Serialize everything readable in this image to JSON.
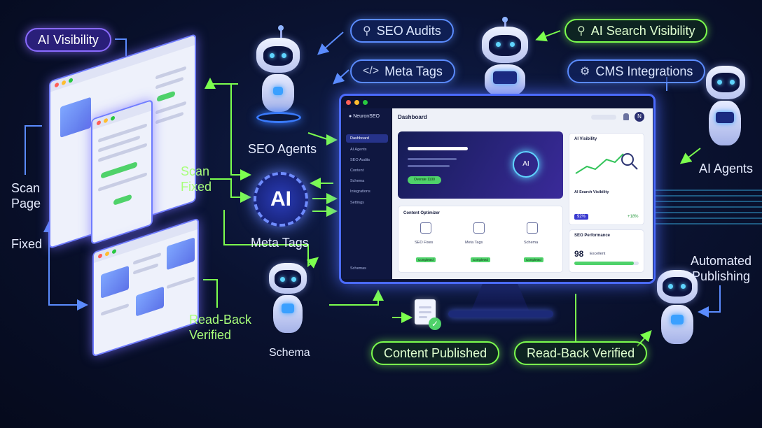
{
  "pills": {
    "ai_visibility": "AI Visibility",
    "seo_audits": "SEO Audits",
    "meta_tags": "Meta Tags",
    "ai_search_visibility": "AI Search Visibility",
    "cms_integrations": "CMS Integrations",
    "content_published": "Content Published",
    "read_back_verified": "Read-Back Verified"
  },
  "labels": {
    "scan_page": "Scan\nPage",
    "fixed": "Fixed",
    "scan_fixed": "Scan\nFixed",
    "read_back_verified": "Read-Back\nVerified",
    "seo_agents": "SEO Agents",
    "meta_tags": "Meta Tags",
    "schema": "Schema",
    "ai_agents": "AI Agents",
    "automated_publishing": "Automated\nPublishing"
  },
  "gear_text": "AI",
  "dashboard": {
    "brand": "NeuronSEO",
    "title": "Dashboard",
    "avatar": "N",
    "nav": [
      "Dashboard",
      "AI Agents",
      "SEO Audits",
      "Content",
      "Schema",
      "Integrations",
      "Settings"
    ],
    "nav_bottom": "Schemas",
    "hero_button": "Overate 1100",
    "hero_icon_text": "AI",
    "ai_visibility_title": "AI Visibility",
    "ai_search_visibility_title": "AI Search Visibility",
    "percent": "92%",
    "delta": "+18%",
    "seo_performance_title": "SEO Performance",
    "score": "98",
    "score_label": "Excellent",
    "score_fraction": 0.92,
    "content_optimizer_title": "Content Optimizer",
    "optimizer_items": [
      {
        "label": "SEO Fixes",
        "status": "Completed"
      },
      {
        "label": "Meta Tags",
        "status": "Completed"
      },
      {
        "label": "Schema",
        "status": "Completed"
      }
    ]
  },
  "icons": {
    "search": "search-icon",
    "code": "code-icon",
    "gear": "gear-icon",
    "document": "document-icon",
    "check": "check-icon"
  },
  "colors": {
    "green": "#7cff4e",
    "blue": "#5b8cff",
    "purple": "#8a6bff"
  }
}
